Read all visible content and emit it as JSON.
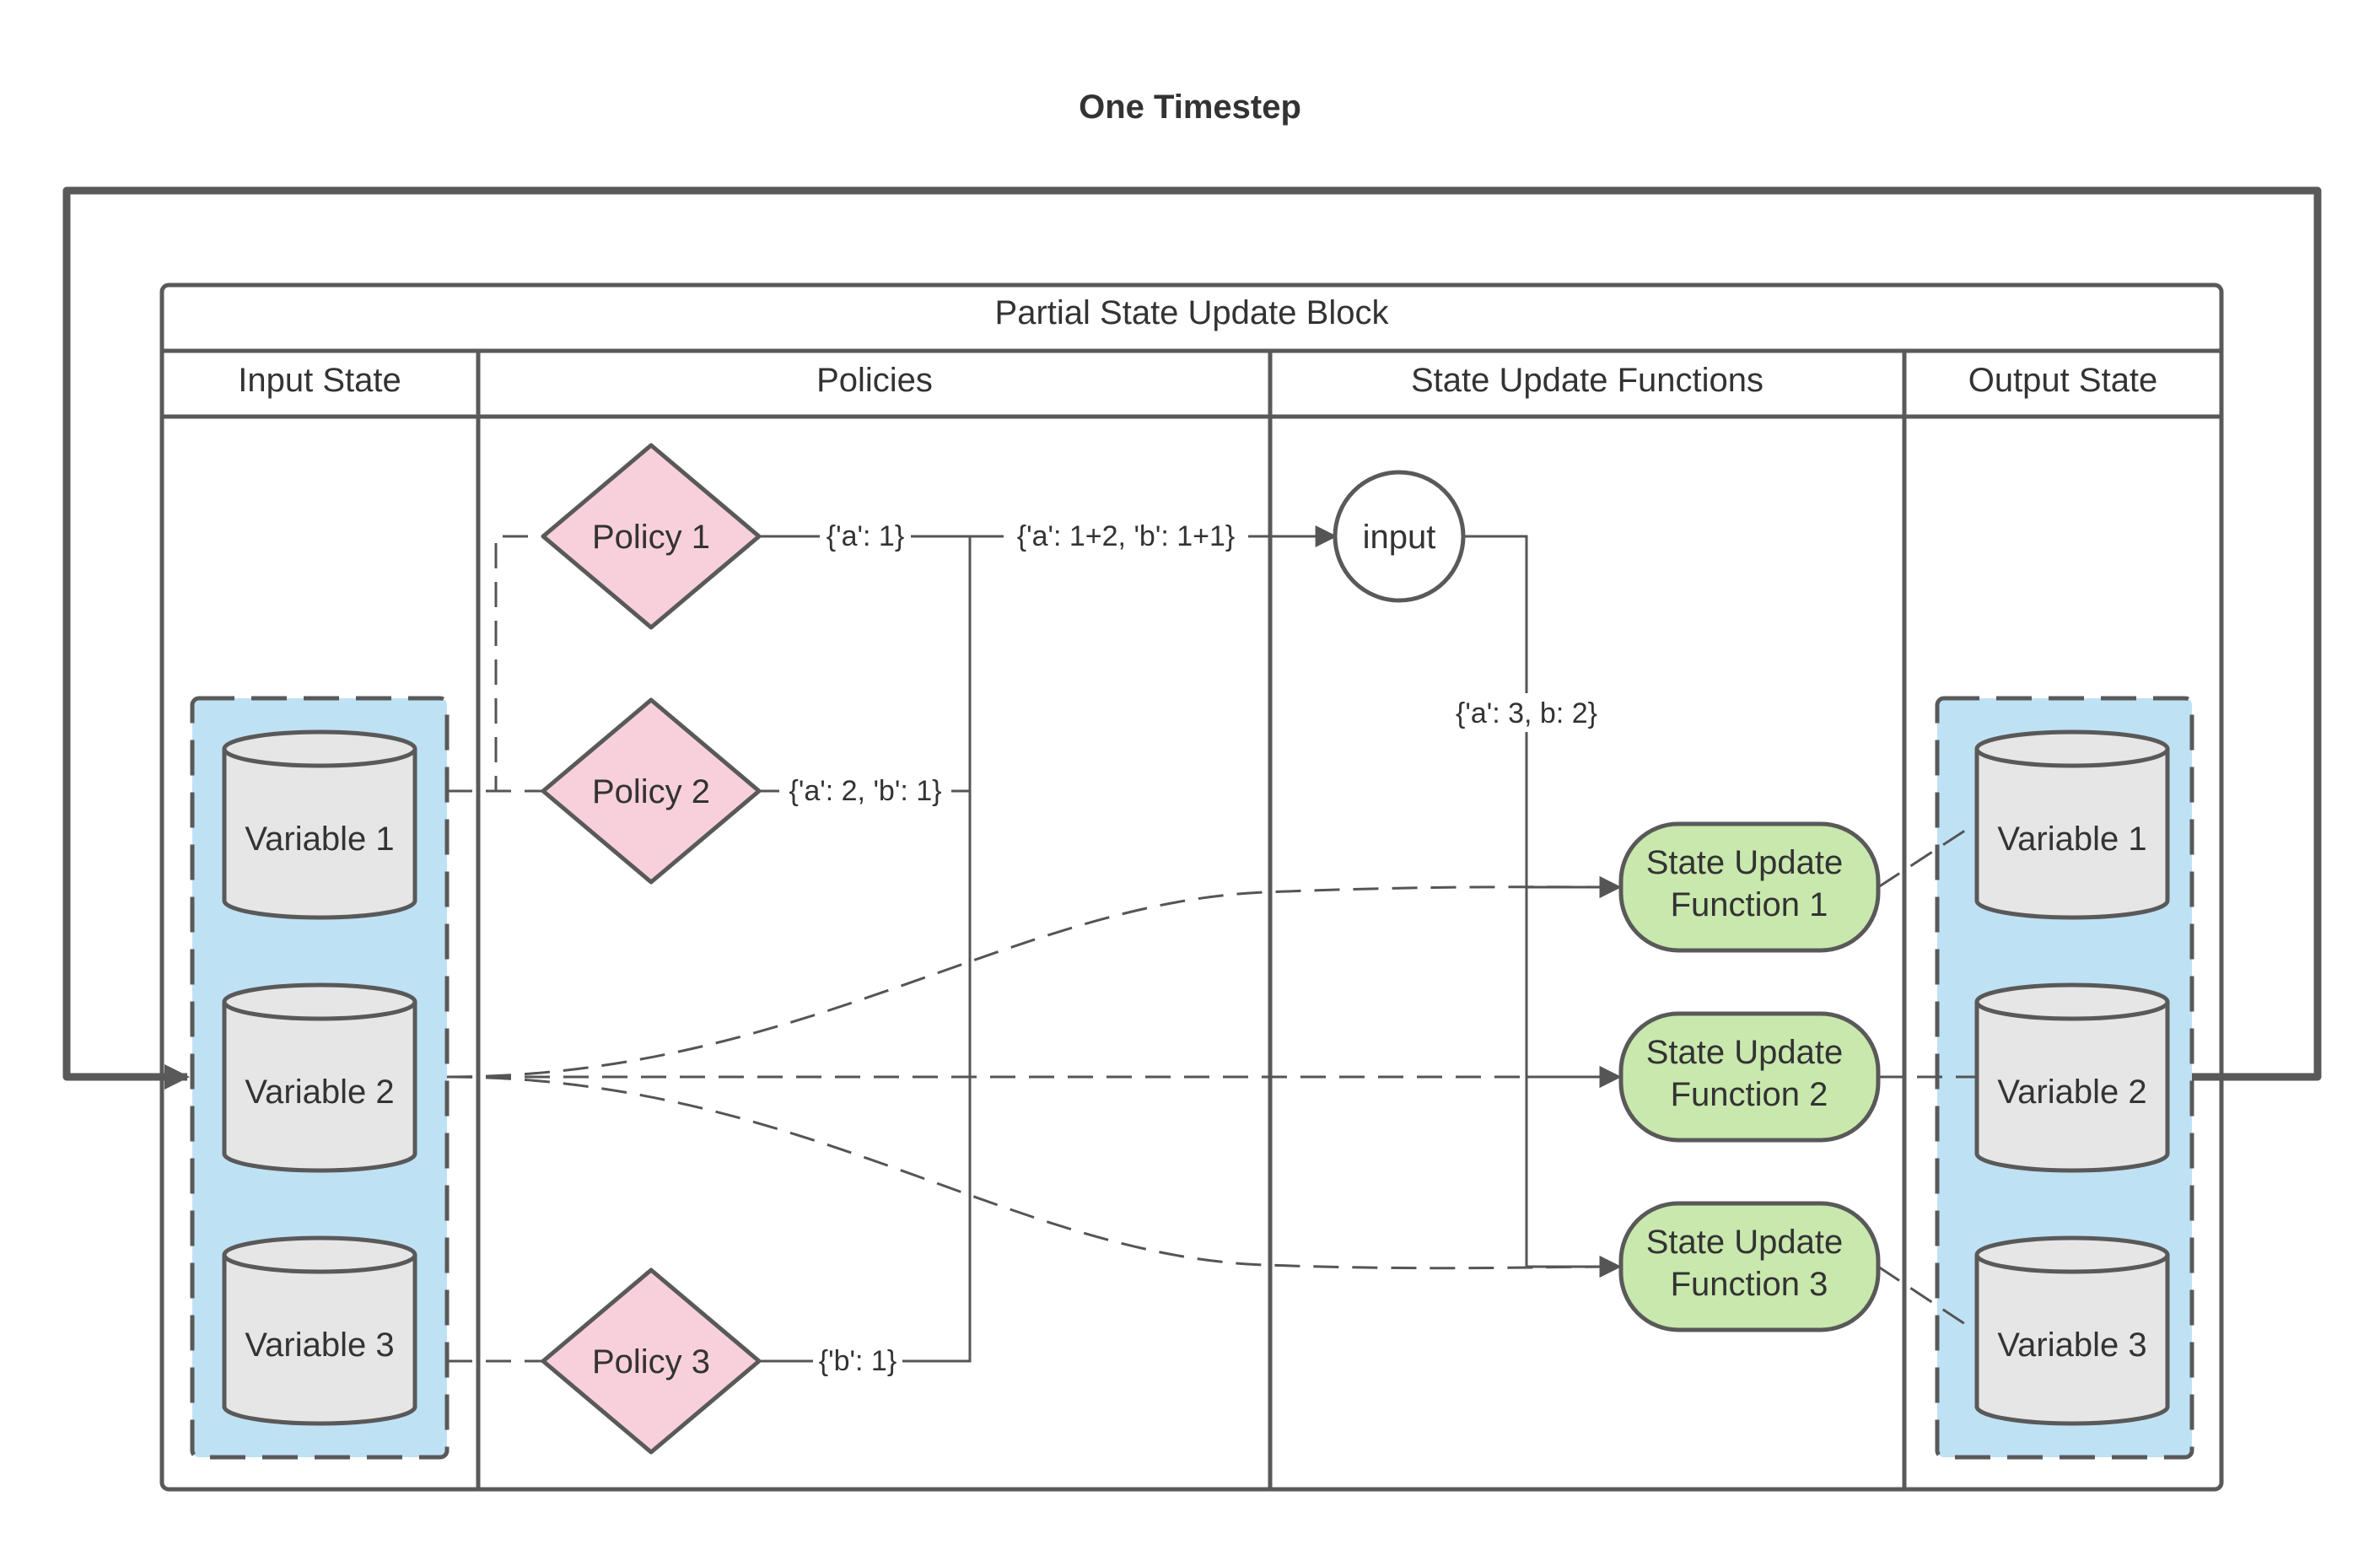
{
  "title": "One Timestep",
  "block": {
    "title": "Partial State Update Block",
    "columns": [
      "Input State",
      "Policies",
      "State Update Functions",
      "Output State"
    ]
  },
  "input_state": {
    "variables": [
      "Variable 1",
      "Variable 2",
      "Variable 3"
    ]
  },
  "output_state": {
    "variables": [
      "Variable 1",
      "Variable 2",
      "Variable 3"
    ]
  },
  "policies": [
    "Policy 1",
    "Policy 2",
    "Policy 3"
  ],
  "policy_outputs": [
    "{'a': 1}",
    "{'a': 2, 'b': 1}",
    "{'b': 1}"
  ],
  "aggregated_signal": "{'a': 1+2, 'b': 1+1}",
  "input_node": "input",
  "input_signal": "{'a': 3, b: 2}",
  "state_update_functions": [
    [
      "State Update",
      "Function 1"
    ],
    [
      "State Update",
      "Function 2"
    ],
    [
      "State Update",
      "Function 3"
    ]
  ],
  "colors": {
    "policy_fill": "#f8d0dc",
    "suf_fill": "#c9e8ad",
    "state_bg": "#bfe1f4",
    "cylinder_fill": "#e6e6e6",
    "stroke": "#595959"
  }
}
